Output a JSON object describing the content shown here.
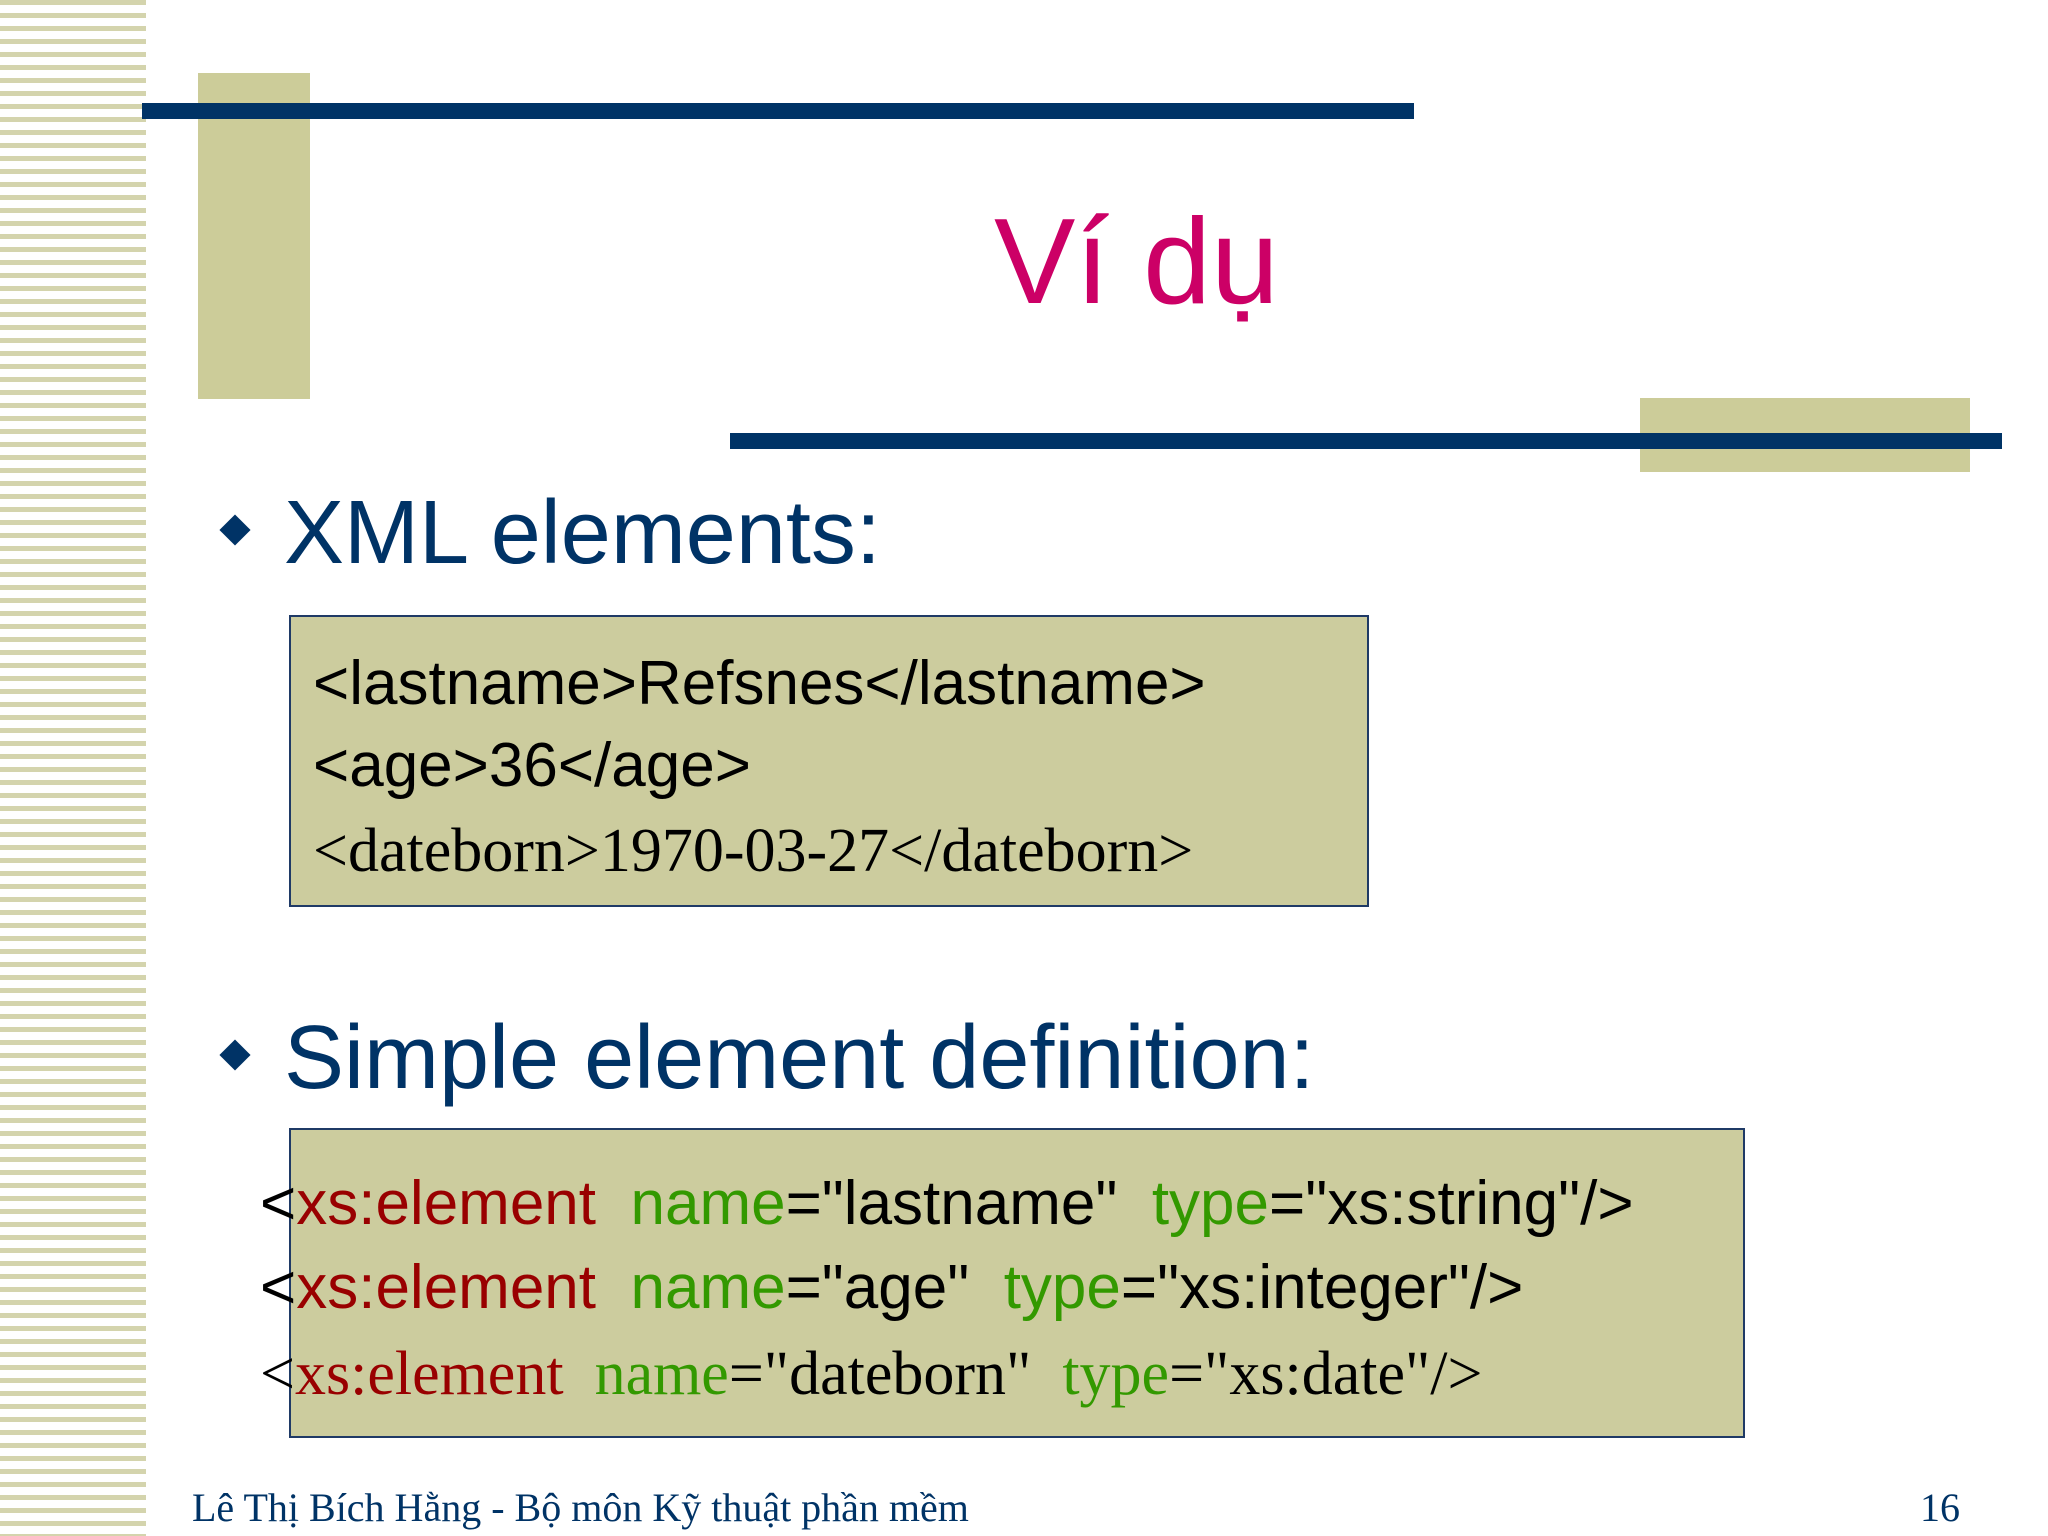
{
  "slide": {
    "title": "Ví dụ",
    "page_number": "16",
    "footer": "Lê Thị Bích Hằng - Bộ môn Kỹ thuật phần mềm"
  },
  "sections": [
    {
      "heading": "XML elements:",
      "lines": [
        "<lastname>Refsnes</lastname>",
        "<age>36</age>",
        "<dateborn>1970-03-27</dateborn>"
      ]
    },
    {
      "heading": "Simple element definition:",
      "lines": [
        {
          "open": "<",
          "tag": "xs:element",
          "attr1": "name",
          "val1": "=\"lastname\"",
          "attr2": "type",
          "val2": "=\"xs:string\"/>"
        },
        {
          "open": "<",
          "tag": "xs:element",
          "attr1": "name",
          "val1": "=\"age\"",
          "attr2": "type",
          "val2": "=\"xs:integer\"/>"
        },
        {
          "open": "<",
          "tag": "xs:element",
          "attr1": "name",
          "val1": "=\"dateborn\"",
          "attr2": "type",
          "val2": "=\"xs:date\"/>"
        }
      ]
    }
  ],
  "colors": {
    "title": "#cc0066",
    "heading": "#003366",
    "accent_block": "#cccc99",
    "tag": "#990000",
    "attribute": "#339900"
  }
}
